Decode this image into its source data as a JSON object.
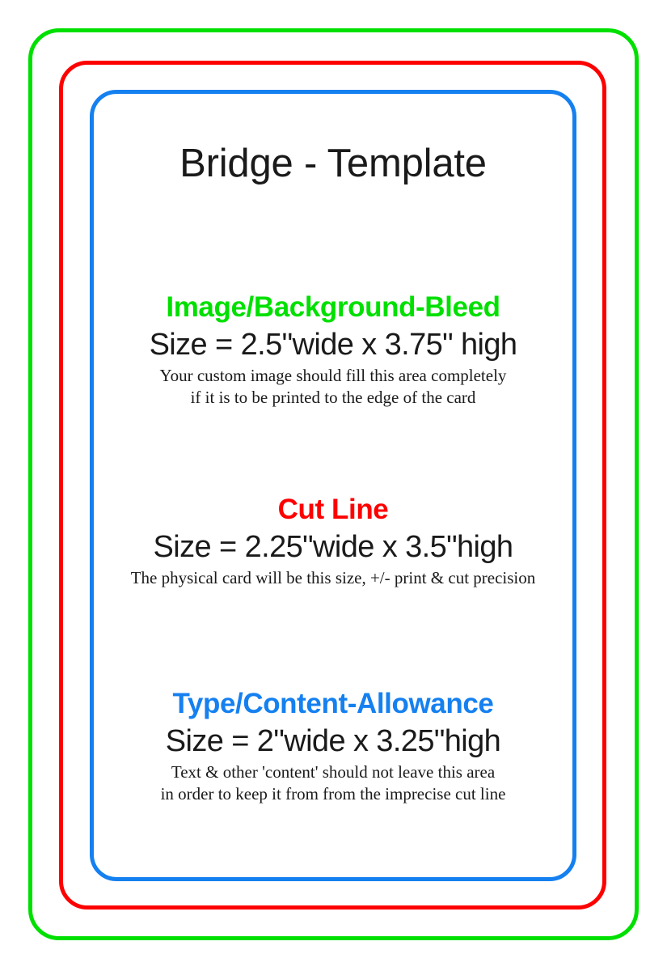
{
  "card": {
    "title": "Bridge - Template",
    "background_color": "#ffffff"
  },
  "frames": [
    {
      "name": "bleed",
      "color": "#00e000",
      "label": "Image/Background-Bleed"
    },
    {
      "name": "cut",
      "color": "#fd0000",
      "label": "Cut Line"
    },
    {
      "name": "content",
      "color": "#1580f0",
      "label": "Type/Content-Allowance"
    }
  ],
  "sections": {
    "bleed": {
      "heading": "Image/Background-Bleed",
      "size": "Size = 2.5\"wide x 3.75\" high",
      "note": "Your custom image should fill this area completely\nif it is to be printed to the edge of the card",
      "color": "#00e000"
    },
    "cut": {
      "heading": "Cut Line",
      "size": "Size = 2.25\"wide x 3.5\"high",
      "note": "The physical card will be this size, +/- print & cut precision",
      "color": "#fd0000"
    },
    "content": {
      "heading": "Type/Content-Allowance",
      "size": "Size = 2\"wide x 3.25\"high",
      "note": "Text & other 'content' should not leave this area\nin order to keep it from from the imprecise cut line",
      "color": "#1580f0"
    }
  }
}
